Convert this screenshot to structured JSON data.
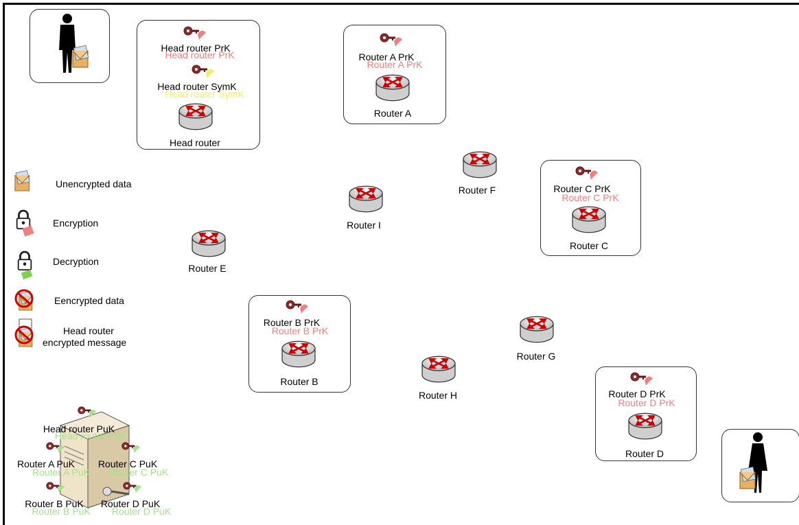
{
  "colors": {
    "private_key": "#f08080",
    "symmetric_key": "#f0f060",
    "public_key": "#a6e28a",
    "router_body": "#e8e8e8",
    "router_arrow": "#cc0000"
  },
  "users": {
    "sender_icon": "man-with-envelope-icon",
    "receiver_icon": "woman-with-envelope-icon"
  },
  "head_router": {
    "prk_label": "Head router PrK",
    "prk_ghost": "Head router PrK",
    "symk_label": "Head router SymK",
    "symk_ghost": "Head router SymK",
    "name": "Head router"
  },
  "router_a": {
    "prk_label": "Router A PrK",
    "prk_ghost": "Router A PrK",
    "name": "Router A"
  },
  "router_b": {
    "prk_label": "Router B PrK",
    "prk_ghost": "Router B PrK",
    "name": "Router B"
  },
  "router_c": {
    "prk_label": "Router C PrK",
    "prk_ghost": "Router C PrK",
    "name": "Router C"
  },
  "router_d": {
    "prk_label": "Router D PrK",
    "prk_ghost": "Router D PrK",
    "name": "Router D"
  },
  "router_e": {
    "name": "Router E"
  },
  "router_f": {
    "name": "Router F"
  },
  "router_g": {
    "name": "Router G"
  },
  "router_h": {
    "name": "Router H"
  },
  "router_i": {
    "name": "Router I"
  },
  "legend": {
    "unencrypted": "Unencrypted data",
    "encryption": "Encryption",
    "decryption": "Decryption",
    "encrypted": "Eencrypted data",
    "head_msg_line1": "Head router",
    "head_msg_line2": "encrypted message"
  },
  "key_server": {
    "head_puk": "Head router PuK",
    "head_puk_ghost": "Head router PuK",
    "a_puk": "Router A PuK",
    "a_puk_ghost": "Router A PuK",
    "c_puk": "Router C PuK",
    "c_puk_ghost": "Router C PuK",
    "b_puk": "Router B PuK",
    "b_puk_ghost": "Router B PuK",
    "d_puk": "Router D PuK",
    "d_puk_ghost": "Router D PuK"
  }
}
